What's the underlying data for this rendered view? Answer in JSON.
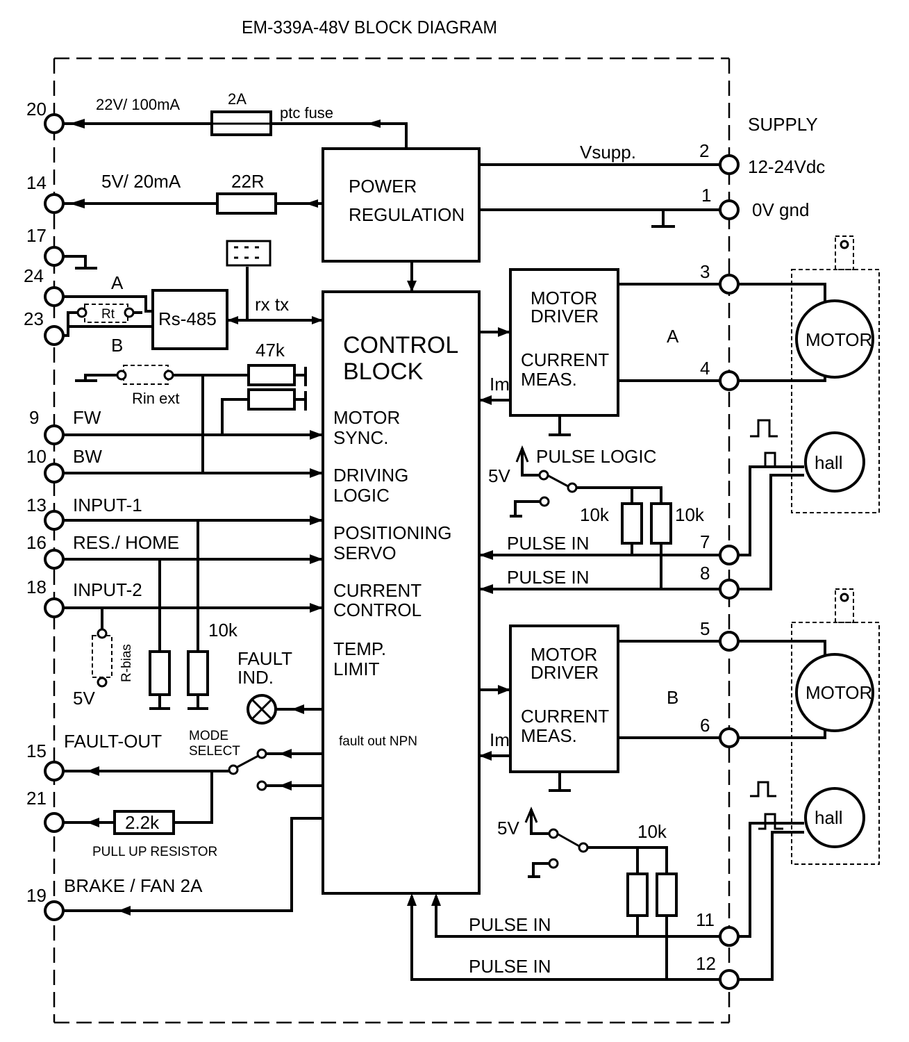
{
  "title": "EM-339A-48V  BLOCK DIAGRAM",
  "blocks": {
    "power": [
      "POWER",
      "REGULATION"
    ],
    "control": [
      "CONTROL",
      "BLOCK"
    ],
    "control_functions": [
      "MOTOR",
      "SYNC.",
      "DRIVING",
      "LOGIC",
      "POSITIONING",
      "SERVO",
      "CURRENT",
      "CONTROL",
      "TEMP.",
      "LIMIT"
    ],
    "driver_a": [
      "MOTOR",
      "DRIVER",
      "CURRENT",
      "MEAS."
    ],
    "driver_b": [
      "MOTOR",
      "DRIVER",
      "CURRENT",
      "MEAS."
    ],
    "rs485": "Rs-485",
    "motor": "MOTOR",
    "hall": "hall"
  },
  "terminals": {
    "t20": "20",
    "t14": "14",
    "t17": "17",
    "t24": "24",
    "t23": "23",
    "t9": "9",
    "t10": "10",
    "t13": "13",
    "t16": "16",
    "t18": "18",
    "t15": "15",
    "t21": "21",
    "t19": "19",
    "t2": "2",
    "t1": "1",
    "t3": "3",
    "t4": "4",
    "t7": "7",
    "t8": "8",
    "t5": "5",
    "t6": "6",
    "t11": "11",
    "t12": "12"
  },
  "labels": {
    "out22v": "22V/ 100mA",
    "fuse_rating": "2A",
    "ptc_fuse": "ptc fuse",
    "out5v": "5V/ 20mA",
    "r22": "22R",
    "vsupp": "Vsupp.",
    "supply": "SUPPLY",
    "supply_range": "12-24Vdc",
    "gnd": "0V gnd",
    "bus_a": "A",
    "bus_b": "B",
    "rt": "Rt",
    "rx_tx": "rx  tx",
    "r47k": "47k",
    "rin_ext": "Rin ext",
    "fw": "FW",
    "bw": "BW",
    "input1": "INPUT-1",
    "res_home": "RES./ HOME",
    "input2": "INPUT-2",
    "r10k_left": "10k",
    "rbias": "R-bias",
    "v5_left": "5V",
    "fault_ind_1": "FAULT",
    "fault_ind_2": "IND.",
    "fault_out": "FAULT-OUT",
    "mode_1": "MODE",
    "mode_2": "SELECT",
    "fault_npn": "fault out NPN",
    "r22k": "2.2k",
    "pullup": "PULL UP RESISTOR",
    "brake": "BRAKE / FAN 2A",
    "im": "Im",
    "motor_a": "A",
    "motor_b": "B",
    "pulse_logic": "PULSE LOGIC",
    "v5": "5V",
    "r10k": "10k",
    "pulse_in": "PULSE IN"
  }
}
